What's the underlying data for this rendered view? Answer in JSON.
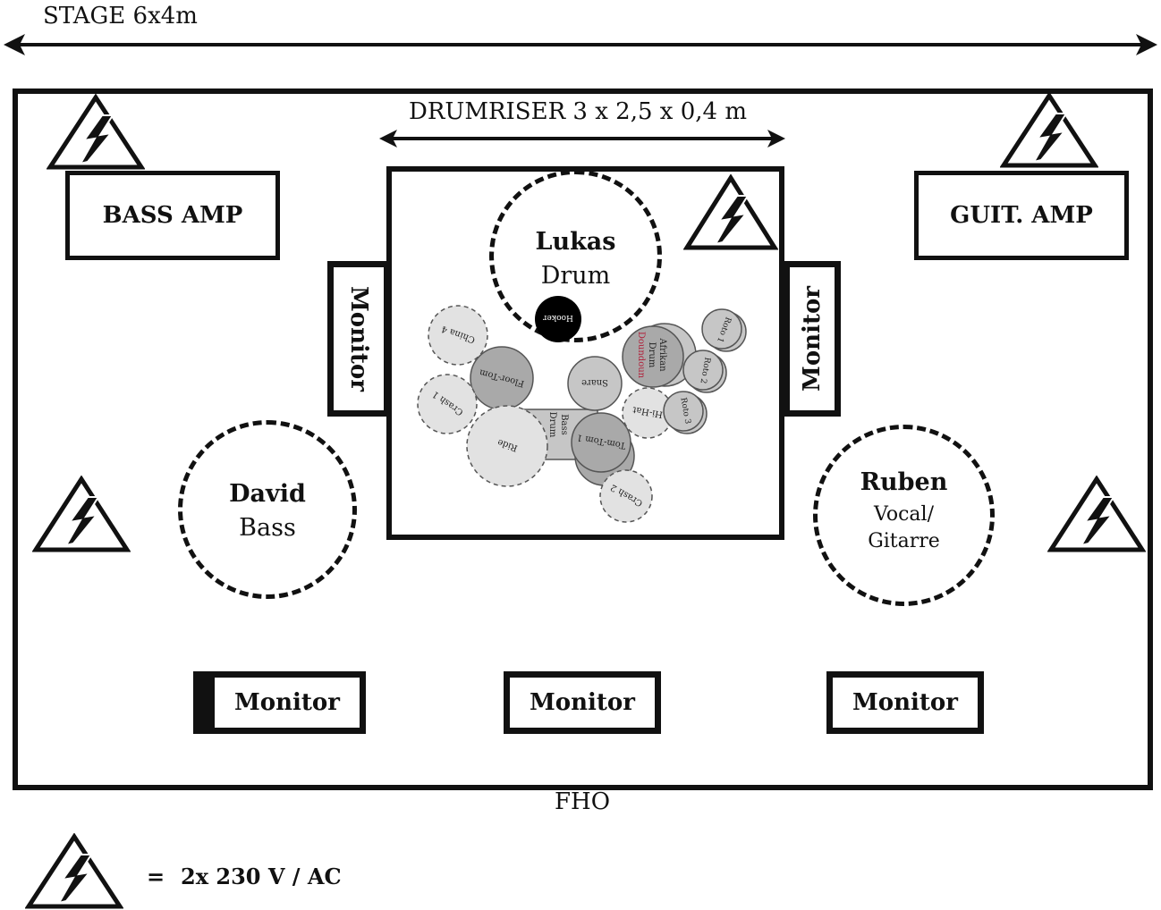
{
  "stage": {
    "label": "STAGE 6x4m"
  },
  "drumriser": {
    "label": "DRUMRISER 3 x 2,5 x 0,4 m"
  },
  "amps": {
    "bass": "BASS AMP",
    "guitar": "GUIT. AMP"
  },
  "monitors": {
    "left_side": "Monitor",
    "right_side": "Monitor",
    "front_left": "Monitor",
    "front_center": "Monitor",
    "front_right": "Monitor"
  },
  "people": {
    "lukas": {
      "name": "Lukas",
      "role": "Drum"
    },
    "david": {
      "name": "David",
      "role": "Bass"
    },
    "ruben": {
      "name": "Ruben",
      "role_line1": "Vocal/",
      "role_line2": "Gitarre"
    }
  },
  "drum_kit": {
    "hooker": "Hooker",
    "china4": "China 4",
    "floor_tom": "Floor-Tom",
    "crash1": "Crash 1",
    "ride": "Ride",
    "bass_drum_line1": "Bass",
    "bass_drum_line2": "Drum",
    "snare": "Snare",
    "tom1": "Tom-Tom 1",
    "hihat": "Hi-Hat",
    "crash2": "Crash 2",
    "african_line1": "Afrikan",
    "african_line2": "Drum",
    "doundoun": "Doundoun",
    "roto1": "Roto 1",
    "roto2": "Roto 2",
    "roto3": "Roto 3"
  },
  "foh": {
    "label": "FHO"
  },
  "legend": {
    "equals": "=",
    "text": "2x 230 V / AC"
  },
  "colors": {
    "ink": "#111111",
    "drum_dark": "#a9a9a9",
    "drum_mid": "#c6c6c6",
    "drum_light": "#e2e2e2",
    "doundoun_text": "#b0203a"
  },
  "icons": {
    "power": "high-voltage-warning-icon"
  }
}
